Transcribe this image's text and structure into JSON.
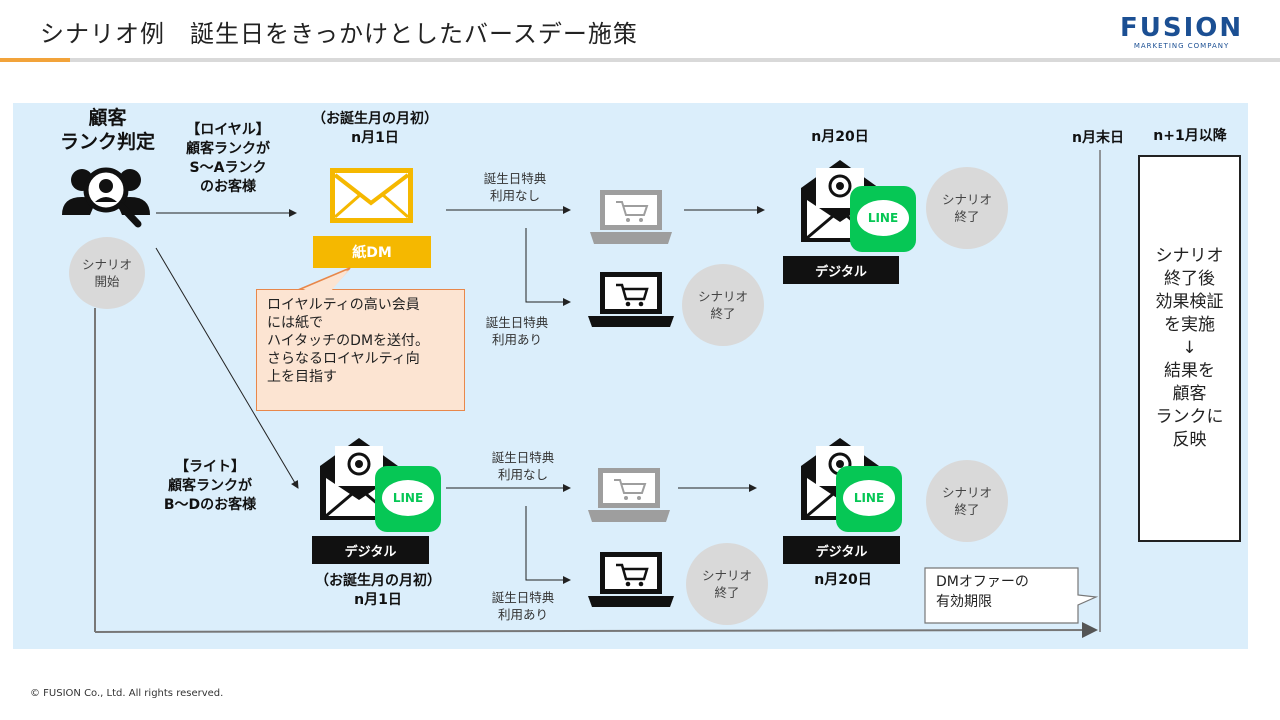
{
  "page": {
    "title": "シナリオ例　誕生日をきっかけとしたバースデー施策",
    "footer": "© FUSION Co., Ltd. All rights reserved."
  },
  "logo": {
    "main": "FUSION",
    "sub": "MARKETING COMPANY"
  },
  "colors": {
    "accent": "#f2a33a",
    "panel": "#dbeefb",
    "logo": "#1b4f93",
    "royal": "#12a84a",
    "light": "#2e9be0",
    "line_green": "#06c755",
    "callout_border": "#e8874a"
  },
  "diagram": {
    "rank_title_line1": "顧客",
    "rank_title_line2": "ランク判定",
    "scenario_start_line1": "シナリオ",
    "scenario_start_line2": "開始",
    "royal_label_line1": "【ロイヤル】",
    "royal_label_line2": "顧客ランクが",
    "royal_label_line3": "S～Aランク",
    "royal_label_line4": "のお客様",
    "light_label_line1": "【ライト】",
    "light_label_line2": "顧客ランクが",
    "light_label_line3": "B～Dのお客様",
    "top_month_note_line1": "（お誕生月の月初）",
    "top_month_note_line2": "n月1日",
    "bottom_month_note_line1": "（お誕生月の月初）",
    "bottom_month_note_line2": "n月1日",
    "paper_dm_label": "紙DM",
    "digital_label": "デジタル",
    "line_label": "LINE",
    "benefit_unused_line1": "誕生日特典",
    "benefit_unused_line2": "利用なし",
    "benefit_used_line1": "誕生日特典",
    "benefit_used_line2": "利用あり",
    "scenario_end_line1": "シナリオ",
    "scenario_end_line2": "終了",
    "n20_top": "n月20日",
    "n20_bottom": "n月20日",
    "n_end": "n月末日",
    "n1_after": "n+1月以降",
    "callout_line1": "ロイヤルティの高い会員",
    "callout_line2": "には紙で",
    "callout_line3": "ハイタッチのDMを送付。",
    "callout_line4": "さらなるロイヤルティ向",
    "callout_line5": "上を目指す",
    "dm_offer_line1": "DMオファーの",
    "dm_offer_line2": "有効期限",
    "result_line1": "シナリオ",
    "result_line2": "終了後",
    "result_line3": "効果検証",
    "result_line4": "を実施",
    "result_arrow": "↓",
    "result_line5": "結果を",
    "result_line6": "顧客",
    "result_line7": "ランクに",
    "result_line8": "反映"
  }
}
